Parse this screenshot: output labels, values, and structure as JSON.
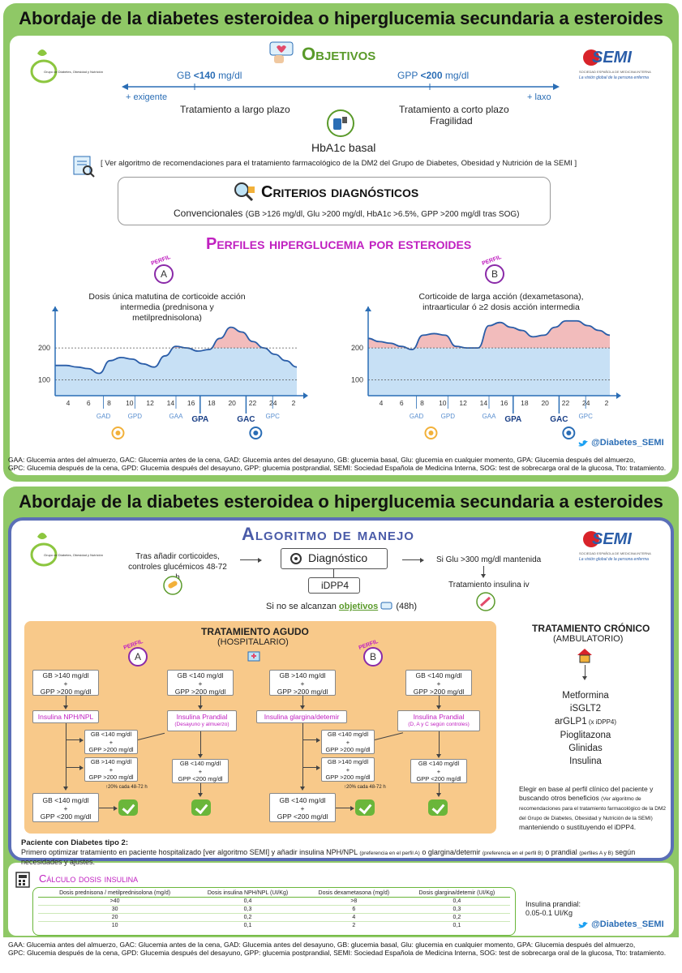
{
  "top": {
    "title": "Abordaje de la diabetes esteroidea o hiperglucemia secundaria a esteroides",
    "logo_text": "Grupo de Diabetes, Obesidad y Nutrición",
    "semi": {
      "word": "SEMI",
      "sub": "SOCIEDAD ESPAÑOLA DE MEDICINA INTERNA",
      "tagline": "La visión global de la persona enferma"
    },
    "objetivos": "Objetivos",
    "gb_label": "GB",
    "gb_value": "<140",
    "gb_unit": "mg/dl",
    "gpp_label": "GPP",
    "gpp_value": "<200",
    "gpp_unit": "mg/dl",
    "mas_exigente": "+ exigente",
    "mas_laxo": "+ laxo",
    "largo_plazo": "Tratamiento a largo plazo",
    "corto_plazo": "Tratamiento a corto plazo",
    "fragilidad": "Fragilidad",
    "hba1c": "HbA1c basal",
    "algoritmo_ref": "[ Ver algoritmo de recomendaciones para el tratamiento farmacológico de la DM2 del Grupo de Diabetes, Obesidad y Nutrición de la SEMI ]",
    "criterios": "Criterios diagnósticos",
    "convencionales": "Convencionales",
    "criterios_detail": "(GB >126 mg/dl, Glu >200 mg/dl, HbA1c >6.5%,  GPP >200 mg/dl tras SOG)",
    "perfiles": "Perfiles hiperglucemia por esteroides",
    "perfil_tag": "PERFIL",
    "perfil_a": "A",
    "perfil_b": "B",
    "desc_a": "Dosis única matutina de corticoide acción intermedia (prednisona y metilprednisolona)",
    "desc_b": "Corticoide de larga acción (dexametasona), intraarticular ó ≥2 dosis acción intermedia",
    "twitter": "@Diabetes_SEMI"
  },
  "chart_data": [
    {
      "type": "area",
      "title": "Dosis única matutina de corticoide acción intermedia (prednisona y metilprednisolona)",
      "x": [
        4,
        5,
        6,
        7,
        8,
        9,
        10,
        11,
        12,
        13,
        14,
        15,
        16,
        17,
        18,
        19,
        20,
        21,
        22,
        23,
        24,
        25,
        26
      ],
      "x_ticks": [
        "4",
        "6",
        "8",
        "10",
        "12",
        "14",
        "16",
        "18",
        "20",
        "22",
        "24",
        "2"
      ],
      "y_ticks": [
        "100",
        "200"
      ],
      "threshold": 200,
      "values": [
        145,
        145,
        140,
        135,
        120,
        160,
        170,
        165,
        150,
        140,
        175,
        205,
        200,
        190,
        195,
        230,
        265,
        250,
        220,
        200,
        180,
        160,
        140
      ],
      "markers": [
        "GAD",
        "GPD",
        "GAA",
        "GPA",
        "GAC",
        "GPC"
      ],
      "bold_markers": [
        "GPA",
        "GAC"
      ]
    },
    {
      "type": "area",
      "title": "Corticoide de larga acción (dexametasona), intraarticular ó ≥2 dosis acción intermedia",
      "x": [
        4,
        5,
        6,
        7,
        8,
        9,
        10,
        11,
        12,
        13,
        14,
        15,
        16,
        17,
        18,
        19,
        20,
        21,
        22,
        23,
        24,
        25,
        26
      ],
      "x_ticks": [
        "4",
        "6",
        "8",
        "10",
        "12",
        "14",
        "16",
        "18",
        "20",
        "22",
        "24",
        "2"
      ],
      "y_ticks": [
        "100",
        "200"
      ],
      "threshold": 200,
      "values": [
        230,
        220,
        215,
        205,
        195,
        240,
        245,
        240,
        205,
        200,
        200,
        270,
        280,
        265,
        255,
        235,
        240,
        265,
        285,
        285,
        270,
        255,
        240
      ],
      "markers": [
        "GAD",
        "GPD",
        "GAA",
        "GPA",
        "GAC",
        "GPC"
      ],
      "bold_markers": [
        "GPA",
        "GAC"
      ]
    }
  ],
  "legend_text_1": "GAA: Glucemia antes del almuerzo, GAC: Glucemia antes de la cena,  GAD: Glucemia antes del desayuno, GB: glucemia basal, Glu: glucemia en cualquier momento, GPA: Glucemia después del almuerzo,",
  "legend_text_2": "GPC: Glucemia  después de la cena, GPD: Glucemia después del desayuno, GPP: glucemia postprandial, SEMI: Sociedad Española de Medicina Interna, SOG: test de sobrecarga oral de la glucosa, Tto: tratamiento.",
  "bottom": {
    "title": "Abordaje de la diabetes esteroidea o hiperglucemia secundaria a esteroides",
    "algoritmo": "Algoritmo de manejo",
    "tras_anadir": "Tras añadir corticoides, controles glucémicos 48-72 h",
    "diagnostico": "Diagnóstico",
    "idpp4": "iDPP4",
    "si_glu": "Si Glu >300 mg/dl mantenida",
    "insulina_iv": "Tratamiento insulina iv",
    "si_no_1": "Si no se alcanzan",
    "si_no_obj": "objetivos",
    "si_no_2": "(48h)",
    "agudo_title": "TRATAMIENTO AGUDO",
    "agudo_sub": "(HOSPITALARIO)",
    "cronico_title": "TRATAMIENTO CRÓNICO",
    "cronico_sub": "(AMBULATORIO)",
    "cronico_list": [
      "Metformina",
      "iSGLT2",
      "arGLP1",
      "Pioglitazona",
      "Glinidas",
      "Insulina"
    ],
    "idpp4_note": "(x iDPP4)",
    "elegir_1": "Elegir en base al perfil clínico del paciente y buscando otros beneficios",
    "elegir_2": "(Ver algoritmo de recomendaciones para el tratamiento farmacológico de la DM2 del Grupo de Diabetes, Obesidad y Nutrición de la SEMI)",
    "elegir_3": "manteniendo o sustituyendo el iDPP4.",
    "gb_gt140": "GB >140 mg/dl",
    "gb_lt140": "GB <140 mg/dl",
    "plus": "+",
    "gpp_gt200": "GPP >200 mg/dl",
    "gpp_lt200": "GPP <200 mg/dl",
    "nph": "Insulina NPH/NPL",
    "prandial_a_1": "Insulina Prandial",
    "prandial_a_2": "(Desayuno y almuerzo)",
    "glargina": "Insulina glargina/detemir",
    "prandial_b_1": "Insulina Prandial",
    "prandial_b_2": "(D, A y C según controles)",
    "aumento": "↑20% cada 48-72 h",
    "paciente_title": "Paciente con Diabetes tipo 2:",
    "paciente_1": "Primero optimizar tratamiento en paciente hospitalizado [ver algoritmo SEMI] y añadir insulina NPH/NPL",
    "paciente_2": "(preferencia en el perfil A)",
    "paciente_3": "o glargina/detemir",
    "paciente_4": "(preferencia en el perfil B)",
    "paciente_5": "o prandial",
    "paciente_6": "(perfiles A y B)",
    "paciente_7": "según necesidades y ajustes.",
    "calculo": "Cálculo dosis insulina",
    "table_headers": [
      "Dosis prednisona / metilprednisolona (mg/d)",
      "Dosis insulina NPH/NPL (UI/Kg)",
      "Dosis dexametasona (mg/d)",
      "Dosis glargina/detemir (UI/Kg)"
    ],
    "table_rows": [
      [
        ">40",
        "0,4",
        ">8",
        "0,4"
      ],
      [
        "30",
        "0,3",
        "6",
        "0,3"
      ],
      [
        "20",
        "0,2",
        "4",
        "0,2"
      ],
      [
        "10",
        "0,1",
        "2",
        "0,1"
      ]
    ],
    "prandial_dose_1": "Insulina prandial:",
    "prandial_dose_2": "0.05-0.1 UI/Kg"
  }
}
